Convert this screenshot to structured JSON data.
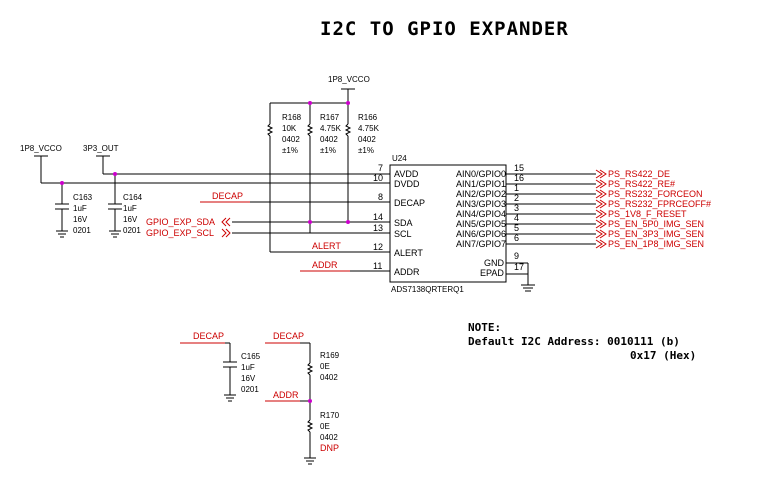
{
  "title": "I2C TO GPIO EXPANDER",
  "rails": {
    "top_vcco": "1P8_VCCO",
    "left_vcco": "1P8_VCCO",
    "left_3p3": "3P3_OUT"
  },
  "resistors": {
    "r168": {
      "ref": "R168",
      "value": "10K",
      "pkg": "0402",
      "tol": "±1%"
    },
    "r167": {
      "ref": "R167",
      "value": "4.75K",
      "pkg": "0402",
      "tol": "±1%"
    },
    "r166": {
      "ref": "R166",
      "value": "4.75K",
      "pkg": "0402",
      "tol": "±1%"
    },
    "r169": {
      "ref": "R169",
      "value": "0E",
      "pkg": "0402"
    },
    "r170": {
      "ref": "R170",
      "value": "0E",
      "pkg": "0402",
      "note": "DNP"
    }
  },
  "capacitors": {
    "c163": {
      "ref": "C163",
      "value": "1uF",
      "volt": "16V",
      "pkg": "0201"
    },
    "c164": {
      "ref": "C164",
      "value": "1uF",
      "volt": "16V",
      "pkg": "0201"
    },
    "c165": {
      "ref": "C165",
      "value": "1uF",
      "volt": "16V",
      "pkg": "0201"
    }
  },
  "chip": {
    "ref": "U24",
    "part": "ADS7138QRTERQ1",
    "left_pins": [
      {
        "num": "7",
        "name": "AVDD"
      },
      {
        "num": "10",
        "name": "DVDD"
      },
      {
        "num": "8",
        "name": "DECAP"
      },
      {
        "num": "14",
        "name": "SDA"
      },
      {
        "num": "13",
        "name": "SCL"
      },
      {
        "num": "12",
        "name": "ALERT"
      },
      {
        "num": "11",
        "name": "ADDR"
      }
    ],
    "right_pins": [
      {
        "num": "15",
        "name": "AIN0/GPIO0"
      },
      {
        "num": "16",
        "name": "AIN1/GPIO1"
      },
      {
        "num": "1",
        "name": "AIN2/GPIO2"
      },
      {
        "num": "2",
        "name": "AIN3/GPIO3"
      },
      {
        "num": "3",
        "name": "AIN4/GPIO4"
      },
      {
        "num": "4",
        "name": "AIN5/GPIO5"
      },
      {
        "num": "5",
        "name": "AIN6/GPIO6"
      },
      {
        "num": "6",
        "name": "AIN7/GPIO7"
      }
    ],
    "gnd_pins": [
      {
        "num": "9",
        "name": "GND"
      },
      {
        "num": "17",
        "name": "EPAD"
      }
    ]
  },
  "nets": {
    "decap": "DECAP",
    "alert": "ALERT",
    "addr": "ADDR",
    "gpio_sda": "GPIO_EXP_SDA",
    "gpio_scl": "GPIO_EXP_SCL",
    "decap_low1": "DECAP",
    "decap_low2": "DECAP",
    "addr_low": "ADDR"
  },
  "outputs": [
    "PS_RS422_DE",
    "PS_RS422_RE#",
    "PS_RS232_FORCEON",
    "PS_RS232_FPRCEOFF#",
    "PS_1V8_F_RESET",
    "PS_EN_5P0_IMG_SEN",
    "PS_EN_3P3_IMG_SEN",
    "PS_EN_1P8_IMG_SEN"
  ],
  "note": {
    "heading": "NOTE:",
    "line1": "Default I2C Address: 0010111 (b)",
    "line2": "0x17 (Hex)"
  },
  "colors": {
    "net_label": "#cc0000",
    "junction": "#cc00cc",
    "wire": "#000000"
  }
}
